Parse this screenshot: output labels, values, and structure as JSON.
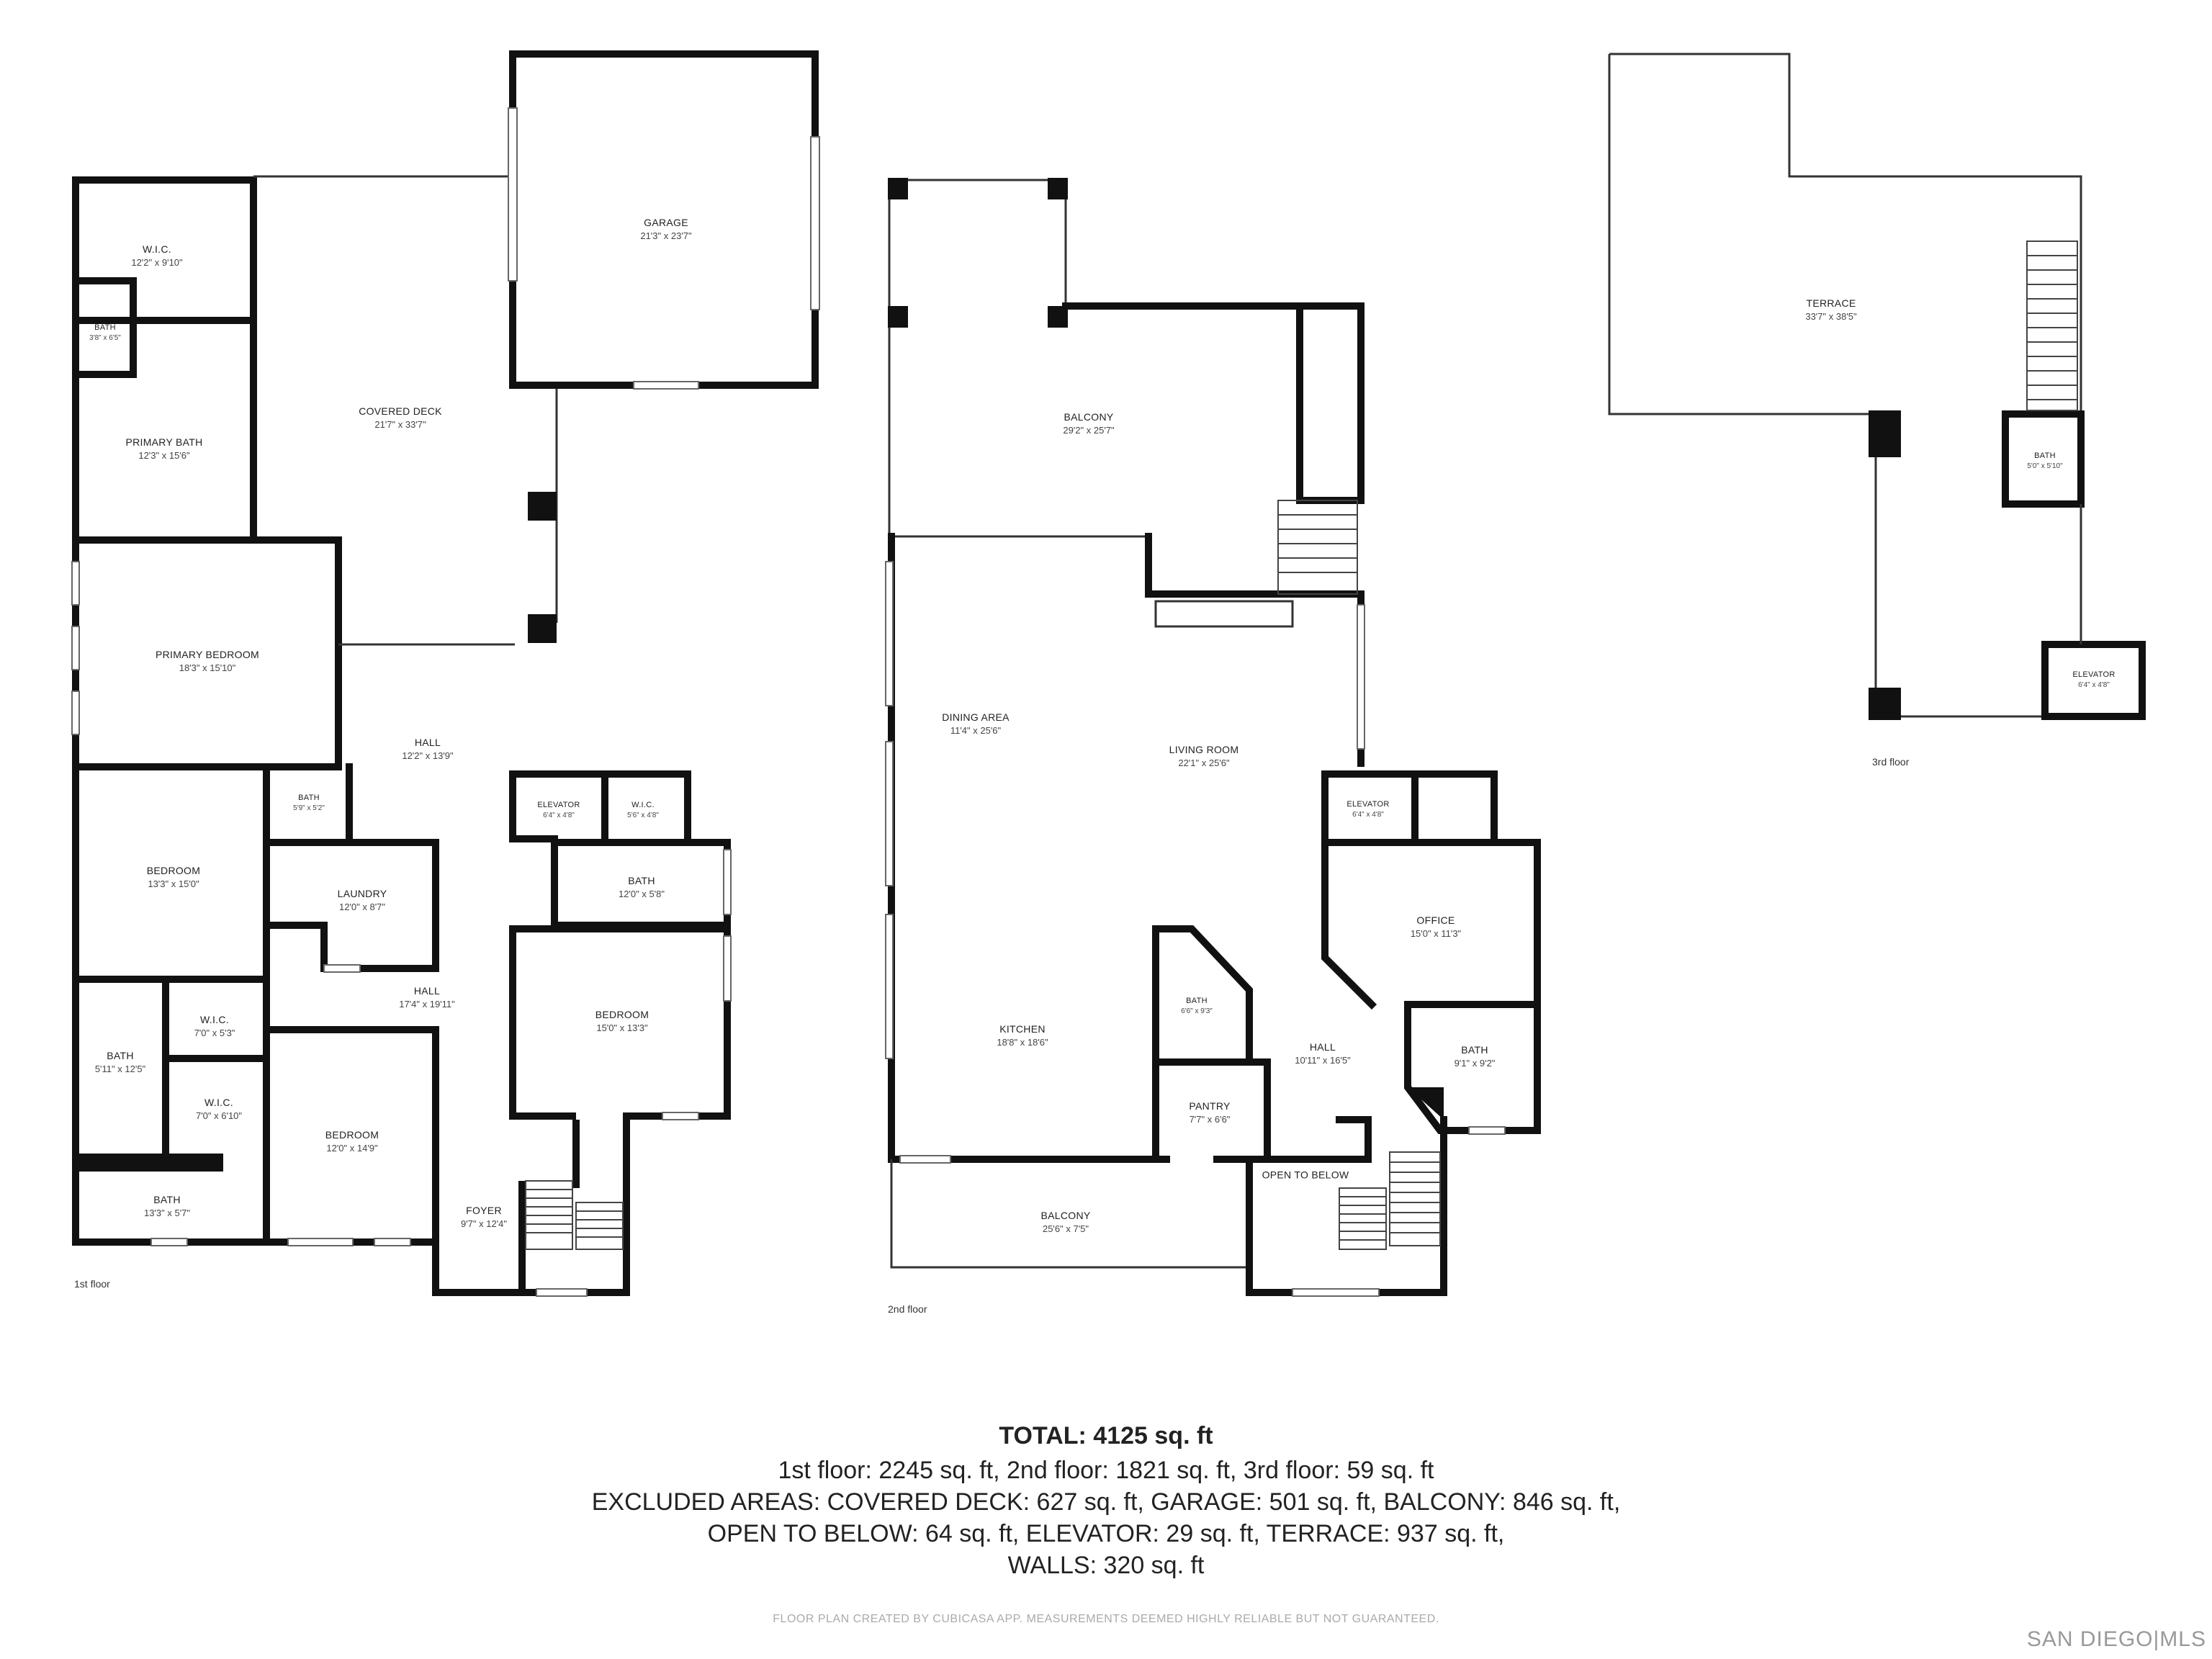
{
  "floor_labels": {
    "first": "1st floor",
    "second": "2nd floor",
    "third": "3rd floor"
  },
  "rooms": {
    "wic1": {
      "name": "W.I.C.",
      "dim": "12'2\" x 9'10\""
    },
    "bath_small1": {
      "name": "BATH",
      "dim": "3'8\" x 6'5\""
    },
    "primary_bath": {
      "name": "PRIMARY BATH",
      "dim": "12'3\" x 15'6\""
    },
    "covered_deck": {
      "name": "COVERED DECK",
      "dim": "21'7\" x 33'7\""
    },
    "garage": {
      "name": "GARAGE",
      "dim": "21'3\" x 23'7\""
    },
    "primary_bedroom": {
      "name": "PRIMARY BEDROOM",
      "dim": "18'3\" x 15'10\""
    },
    "hall1": {
      "name": "HALL",
      "dim": "12'2\" x 13'9\""
    },
    "bath_small2": {
      "name": "BATH",
      "dim": "5'9\" x 5'2\""
    },
    "elevator1": {
      "name": "ELEVATOR",
      "dim": "6'4\" x 4'8\""
    },
    "wic2": {
      "name": "W.I.C.",
      "dim": "5'6\" x 4'8\""
    },
    "bedroom1": {
      "name": "BEDROOM",
      "dim": "13'3\" x 15'0\""
    },
    "laundry": {
      "name": "LAUNDRY",
      "dim": "12'0\" x 8'7\""
    },
    "bath1": {
      "name": "BATH",
      "dim": "12'0\" x 5'8\""
    },
    "hall2": {
      "name": "HALL",
      "dim": "17'4\" x 19'11\""
    },
    "bedroom2": {
      "name": "BEDROOM",
      "dim": "15'0\" x 13'3\""
    },
    "wic3": {
      "name": "W.I.C.",
      "dim": "7'0\" x 5'3\""
    },
    "bath2": {
      "name": "BATH",
      "dim": "5'11\" x 12'5\""
    },
    "wic4": {
      "name": "W.I.C.",
      "dim": "7'0\" x 6'10\""
    },
    "bedroom3": {
      "name": "BEDROOM",
      "dim": "12'0\" x 14'9\""
    },
    "bath3": {
      "name": "BATH",
      "dim": "13'3\" x 5'7\""
    },
    "foyer": {
      "name": "FOYER",
      "dim": "9'7\" x 12'4\""
    },
    "balcony1": {
      "name": "BALCONY",
      "dim": "29'2\" x 25'7\""
    },
    "dining": {
      "name": "DINING AREA",
      "dim": "11'4\" x 25'6\""
    },
    "living": {
      "name": "LIVING ROOM",
      "dim": "22'1\" x 25'6\""
    },
    "elevator2": {
      "name": "ELEVATOR",
      "dim": "6'4\" x 4'8\""
    },
    "office": {
      "name": "OFFICE",
      "dim": "15'0\" x 11'3\""
    },
    "bath4": {
      "name": "BATH",
      "dim": "6'6\" x 9'3\""
    },
    "kitchen": {
      "name": "KITCHEN",
      "dim": "18'8\" x 18'6\""
    },
    "hall3": {
      "name": "HALL",
      "dim": "10'11\" x 16'5\""
    },
    "bath5": {
      "name": "BATH",
      "dim": "9'1\" x 9'2\""
    },
    "pantry": {
      "name": "PANTRY",
      "dim": "7'7\" x 6'6\""
    },
    "open_below": {
      "name": "OPEN TO BELOW",
      "dim": ""
    },
    "balcony2": {
      "name": "BALCONY",
      "dim": "25'6\" x 7'5\""
    },
    "terrace": {
      "name": "TERRACE",
      "dim": "33'7\" x 38'5\""
    },
    "bath6": {
      "name": "BATH",
      "dim": "5'0\" x 5'10\""
    },
    "elevator3": {
      "name": "ELEVATOR",
      "dim": "6'4\" x 4'8\""
    }
  },
  "summary": {
    "total": "TOTAL: 4125 sq. ft",
    "line1": "1st floor: 2245 sq. ft, 2nd floor: 1821 sq. ft, 3rd floor: 59 sq. ft",
    "line2": "EXCLUDED AREAS: COVERED DECK: 627 sq. ft, GARAGE: 501 sq. ft, BALCONY: 846 sq. ft,",
    "line3": "OPEN TO BELOW: 64 sq. ft, ELEVATOR: 29 sq. ft, TERRACE: 937 sq. ft,",
    "line4": "WALLS: 320 sq. ft"
  },
  "disclaimer": "FLOOR PLAN CREATED BY CUBICASA APP. MEASUREMENTS DEEMED HIGHLY RELIABLE BUT NOT GUARANTEED.",
  "brand": "SAN DIEGO|MLS"
}
